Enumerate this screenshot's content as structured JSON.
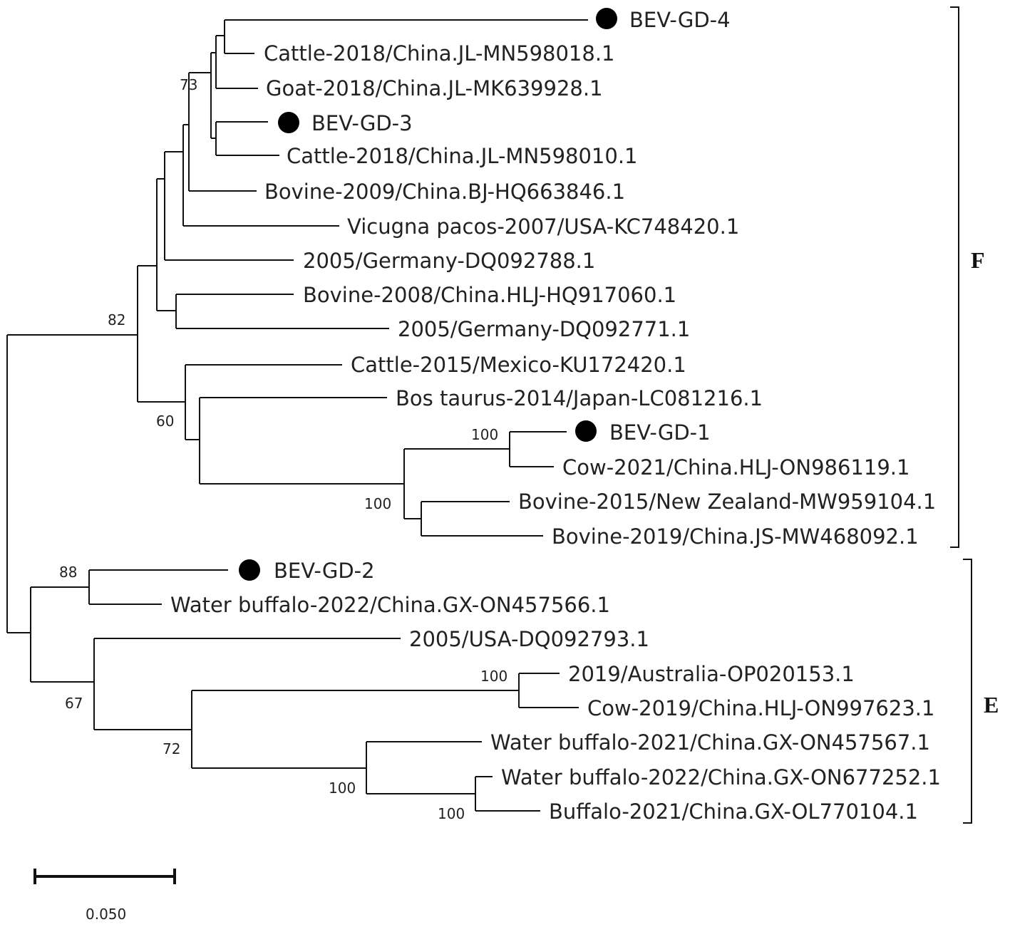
{
  "taxa": [
    {
      "label": "BEV-GD-4",
      "marked": true
    },
    {
      "label": "Cattle-2018/China.JL-MN598018.1",
      "marked": false
    },
    {
      "label": "Goat-2018/China.JL-MK639928.1",
      "marked": false
    },
    {
      "label": "BEV-GD-3",
      "marked": true
    },
    {
      "label": "Cattle-2018/China.JL-MN598010.1",
      "marked": false
    },
    {
      "label": "Bovine-2009/China.BJ-HQ663846.1",
      "marked": false
    },
    {
      "label": "Vicugna pacos-2007/USA-KC748420.1",
      "marked": false
    },
    {
      "label": "2005/Germany-DQ092788.1",
      "marked": false
    },
    {
      "label": "Bovine-2008/China.HLJ-HQ917060.1",
      "marked": false
    },
    {
      "label": "2005/Germany-DQ092771.1",
      "marked": false
    },
    {
      "label": "Cattle-2015/Mexico-KU172420.1",
      "marked": false
    },
    {
      "label": "Bos taurus-2014/Japan-LC081216.1",
      "marked": false
    },
    {
      "label": "BEV-GD-1",
      "marked": true
    },
    {
      "label": "Cow-2021/China.HLJ-ON986119.1",
      "marked": false
    },
    {
      "label": "Bovine-2015/New Zealand-MW959104.1",
      "marked": false
    },
    {
      "label": "Bovine-2019/China.JS-MW468092.1",
      "marked": false
    },
    {
      "label": "BEV-GD-2",
      "marked": true
    },
    {
      "label": "Water buffalo-2022/China.GX-ON457566.1",
      "marked": false
    },
    {
      "label": "2005/USA-DQ092793.1",
      "marked": false
    },
    {
      "label": "2019/Australia-OP020153.1",
      "marked": false
    },
    {
      "label": "Cow-2019/China.HLJ-ON997623.1",
      "marked": false
    },
    {
      "label": "Water buffalo-2021/China.GX-ON457567.1",
      "marked": false
    },
    {
      "label": "Water buffalo-2022/China.GX-ON677252.1",
      "marked": false
    },
    {
      "label": "Buffalo-2021/China.GX-OL770104.1",
      "marked": false
    }
  ],
  "bootstrap_values": [
    "73",
    "82",
    "60",
    "100",
    "100",
    "88",
    "67",
    "100",
    "72",
    "100",
    "100"
  ],
  "clades": [
    {
      "label": "F"
    },
    {
      "label": "E"
    }
  ],
  "scale_bar": {
    "label": "0.050",
    "value": 0.05
  },
  "colors": {
    "line": "#111111",
    "text": "#222222",
    "marker": "#000000"
  }
}
